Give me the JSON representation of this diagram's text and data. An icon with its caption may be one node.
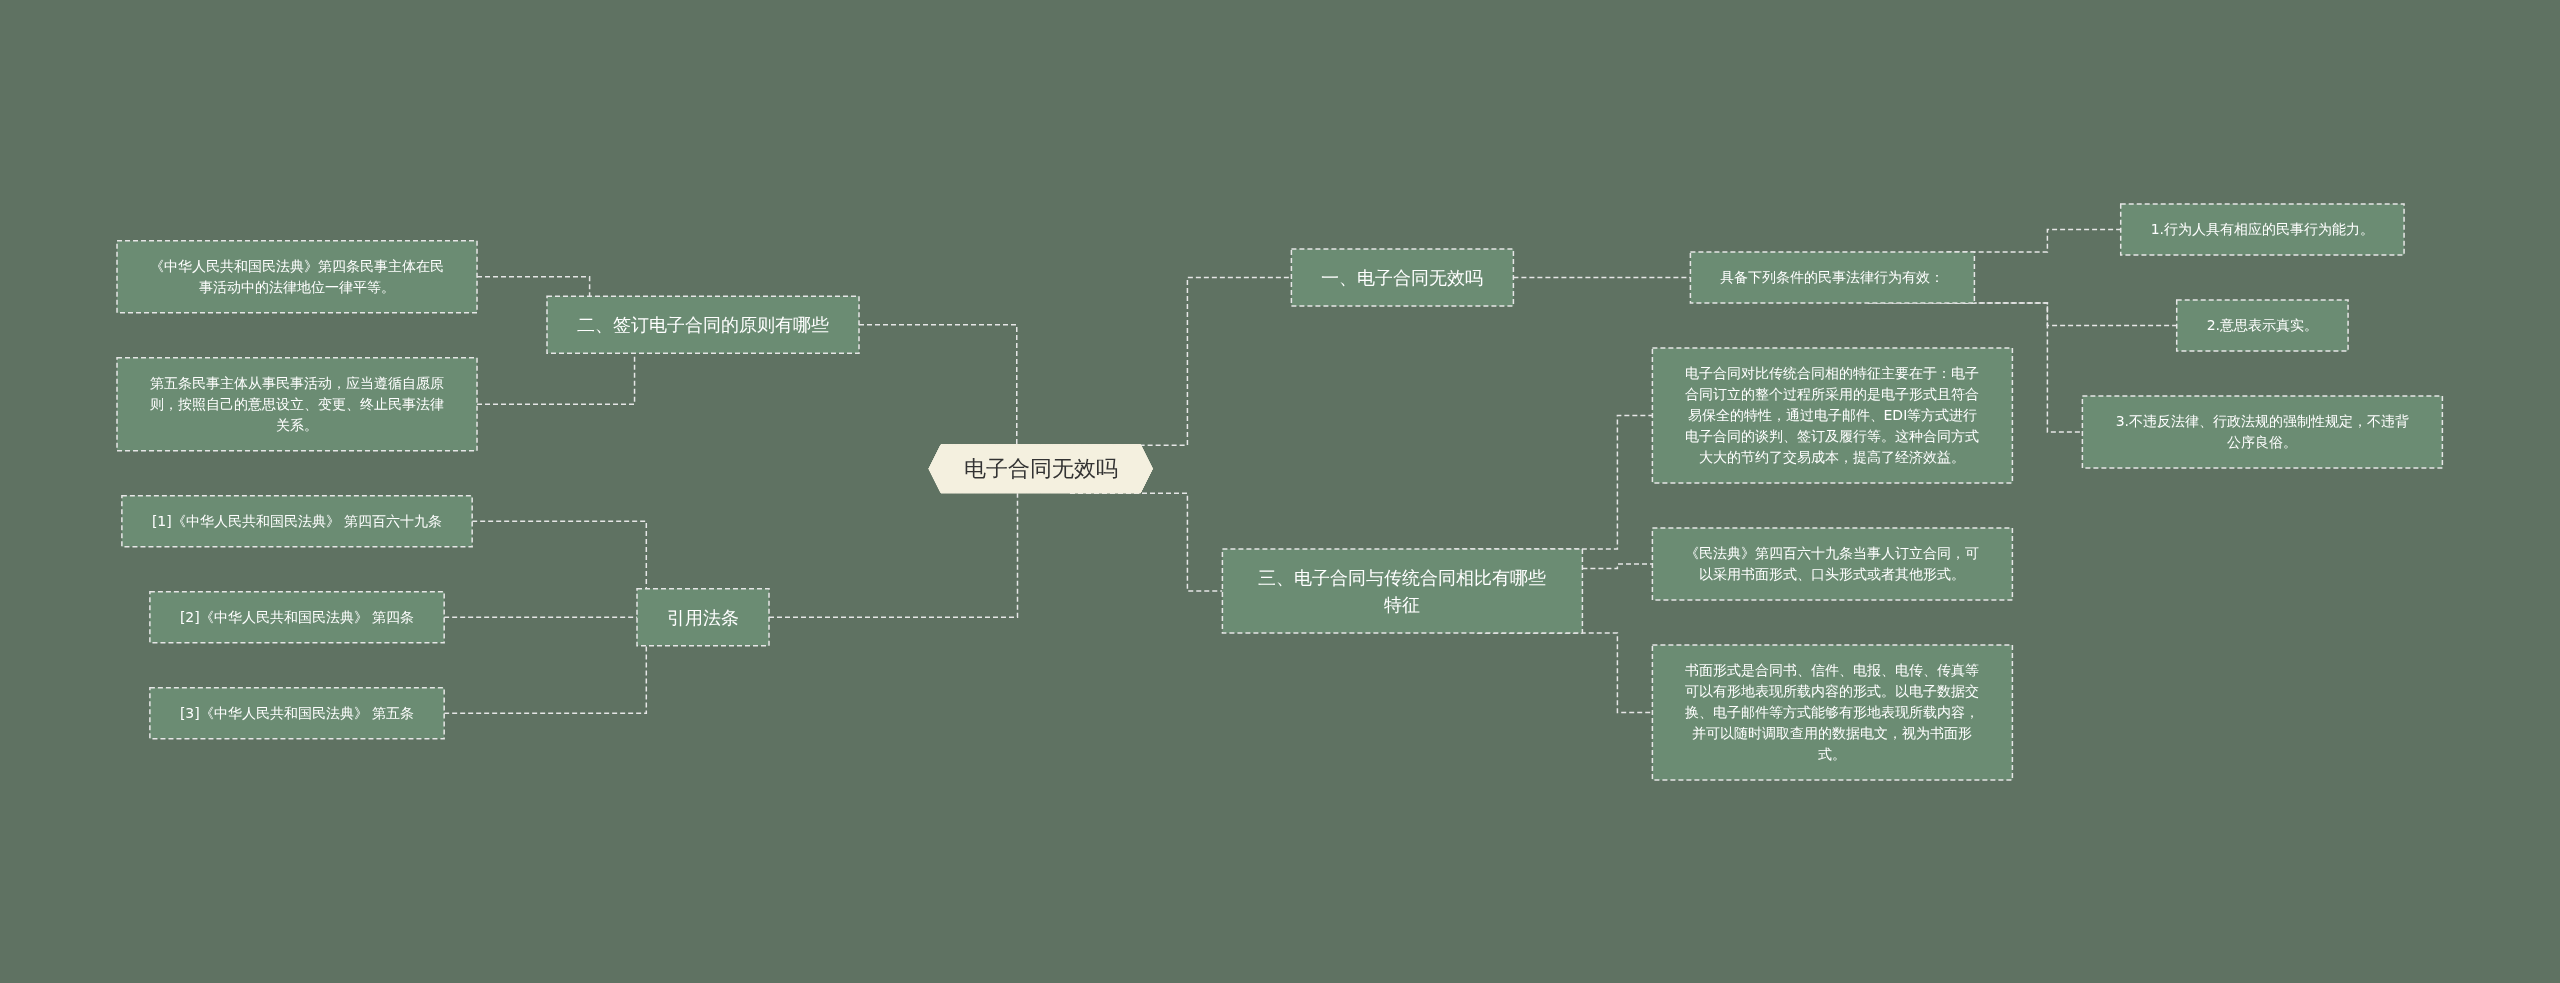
{
  "diagram": {
    "nodes": [
      {
        "text": [
          "电子合同无效吗"
        ]
      },
      {
        "text": [
          "二、签订电子合同的原则有哪些"
        ]
      },
      {
        "text": [
          "《中华人民共和国民法典》第四条民事主体在民事活动中的法律地位一律平等。"
        ]
      },
      {
        "text": [
          "第五条民事主体从事民事活动，应当遵循自愿原则，按照自己的意思设立、变更、终止民事法律关系。"
        ]
      },
      {
        "text": [
          "引用法条"
        ]
      },
      {
        "text": [
          "[1]《中华人民共和国民法典》 第四百六十九条"
        ]
      },
      {
        "text": [
          "[2]《中华人民共和国民法典》 第四条"
        ]
      },
      {
        "text": [
          "[3]《中华人民共和国民法典》 第五条"
        ]
      },
      {
        "text": [
          "一、电子合同无效吗"
        ]
      },
      {
        "text": [
          "具备下列条件的民事法律行为有效："
        ]
      },
      {
        "text": [
          "1.行为人具有相应的民事行为能力。"
        ]
      },
      {
        "text": [
          "2.意思表示真实。"
        ]
      },
      {
        "text": [
          "3.不违反法律、行政法规的强制性规定，不违背公序良俗。"
        ]
      },
      {
        "text": [
          "三、电子合同与传统合同相比有哪些特征"
        ]
      },
      {
        "text": [
          "电子合同对比传统合同相的特征主要在于：电子合同订立的整个过程所采用的是电子形式且符合易保全的特性，通过电子邮件、EDI等方式进行电子合同的谈判、签订及履行等。这种合同方式大大的节约了交易成本，提高了经济效益。"
        ]
      },
      {
        "text": [
          "《民法典》第四百六十九条当事人订立合同，可以采用书面形式、口头形式或者其他形式。"
        ]
      },
      {
        "text": [
          "书面形式是合同书、信件、电报、电传、传真等可以有形地表现所载内容的形式。以电子数据交换、电子邮件等方式能够有形地表现所载内容，并可以随时调取查用的数据电文，视为书面形式。"
        ]
      }
    ],
    "edges": [
      {
        "from": 2,
        "to": 1,
        "arrow": "none",
        "style": "dashed"
      },
      {
        "from": 3,
        "to": 1,
        "arrow": "none",
        "style": "dashed"
      },
      {
        "from": 1,
        "to": 0,
        "arrow": "none",
        "style": "dashed"
      },
      {
        "from": 5,
        "to": 4,
        "arrow": "none",
        "style": "dashed"
      },
      {
        "from": 6,
        "to": 4,
        "arrow": "none",
        "style": "dashed"
      },
      {
        "from": 7,
        "to": 4,
        "arrow": "none",
        "style": "dashed"
      },
      {
        "from": 4,
        "to": 0,
        "arrow": "none",
        "style": "dashed"
      },
      {
        "from": 0,
        "to": 8,
        "arrow": "none",
        "style": "dashed"
      },
      {
        "from": 8,
        "to": 9,
        "arrow": "none",
        "style": "dashed"
      },
      {
        "from": 9,
        "to": 10,
        "arrow": "none",
        "style": "dashed"
      },
      {
        "from": 9,
        "to": 11,
        "arrow": "none",
        "style": "dashed"
      },
      {
        "from": 9,
        "to": 12,
        "arrow": "none",
        "style": "dashed"
      },
      {
        "from": 0,
        "to": 13,
        "arrow": "none",
        "style": "dashed"
      },
      {
        "from": 13,
        "to": 14,
        "arrow": "none",
        "style": "dashed"
      },
      {
        "from": 13,
        "to": 15,
        "arrow": "none",
        "style": "dashed"
      },
      {
        "from": 13,
        "to": 16,
        "arrow": "none",
        "style": "dashed"
      }
    ]
  }
}
